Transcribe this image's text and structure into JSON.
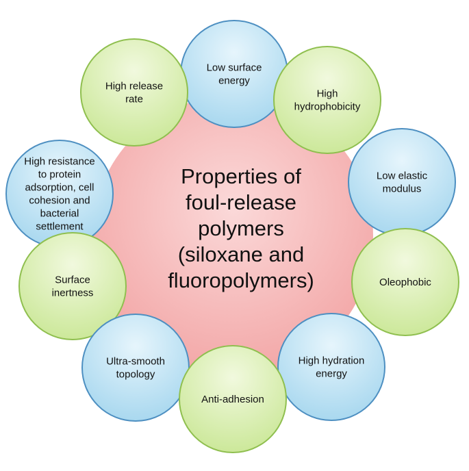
{
  "diagram": {
    "center": {
      "lines": [
        "Properties of",
        "foul-release",
        "polymers",
        "(siloxane and",
        "fluoropolymers)"
      ]
    },
    "nodes": [
      {
        "id": "low-surface-energy",
        "lines": [
          "Low surface",
          "energy"
        ],
        "color": "blue"
      },
      {
        "id": "high-hydrophobicity",
        "lines": [
          "High",
          "hydrophobicity"
        ],
        "color": "green"
      },
      {
        "id": "low-elastic-modulus",
        "lines": [
          "Low elastic",
          "modulus"
        ],
        "color": "blue"
      },
      {
        "id": "oleophobic",
        "lines": [
          "Oleophobic"
        ],
        "color": "green"
      },
      {
        "id": "high-hydration-energy",
        "lines": [
          "High hydration",
          "energy"
        ],
        "color": "blue"
      },
      {
        "id": "anti-adhesion",
        "lines": [
          "Anti-adhesion"
        ],
        "color": "green"
      },
      {
        "id": "ultra-smooth-topology",
        "lines": [
          "Ultra-smooth",
          "topology"
        ],
        "color": "blue"
      },
      {
        "id": "surface-inertness",
        "lines": [
          "Surface",
          "inertness"
        ],
        "color": "green"
      },
      {
        "id": "high-resistance",
        "lines": [
          "High resistance",
          "to protein",
          "adsorption, cell",
          "cohesion and",
          "bacterial",
          "settlement"
        ],
        "color": "blue"
      },
      {
        "id": "high-release-rate",
        "lines": [
          "High release",
          "rate"
        ],
        "color": "green"
      }
    ],
    "colors": {
      "blue_fill": "#bfe3f4",
      "blue_stroke": "#4d8fc1",
      "green_fill": "#dcefb4",
      "green_stroke": "#8fbf4f",
      "center_fill": "#f6b9b9"
    }
  }
}
